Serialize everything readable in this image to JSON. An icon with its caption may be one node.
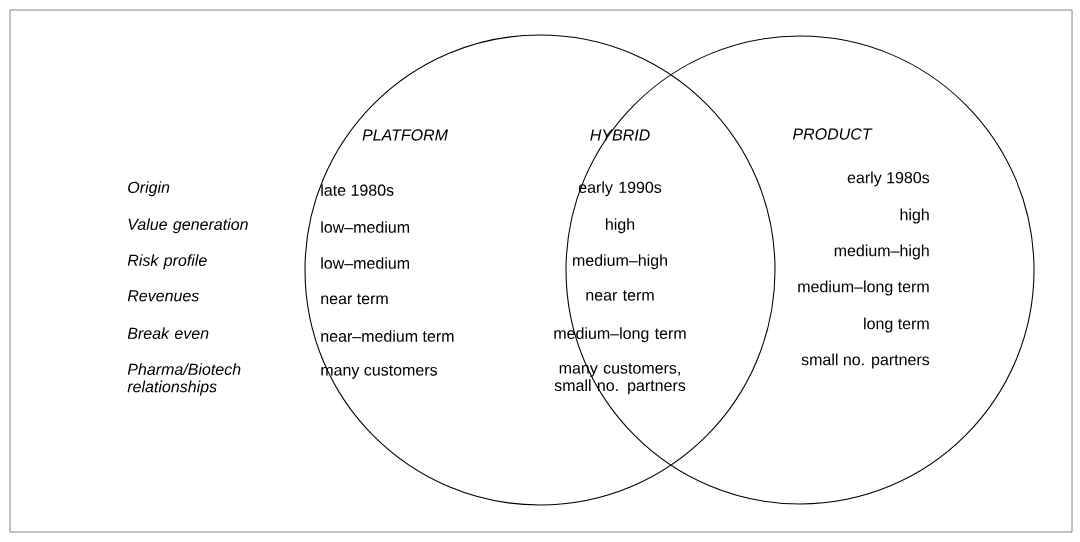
{
  "diagram": {
    "nodes": [
      {
        "text": [
          "PLATFORM"
        ]
      },
      {
        "text": [
          "PRODUCT"
        ]
      }
    ],
    "edges": [],
    "labels": [
      "HYBRID",
      "Origin",
      "late 1980s",
      "early 1990s",
      "early 1980s",
      "Value generation",
      "low–medium",
      "high",
      "high",
      "Risk profile",
      "low–medium",
      "medium–high",
      "medium–high",
      "Revenues",
      "near term",
      "near term",
      "medium–long term",
      "Break even",
      "near–medium term",
      "medium–long term",
      "long term",
      "Pharma/Biotech relationships",
      "many customers",
      "many customers, small no. partners",
      "small no. partners"
    ]
  }
}
